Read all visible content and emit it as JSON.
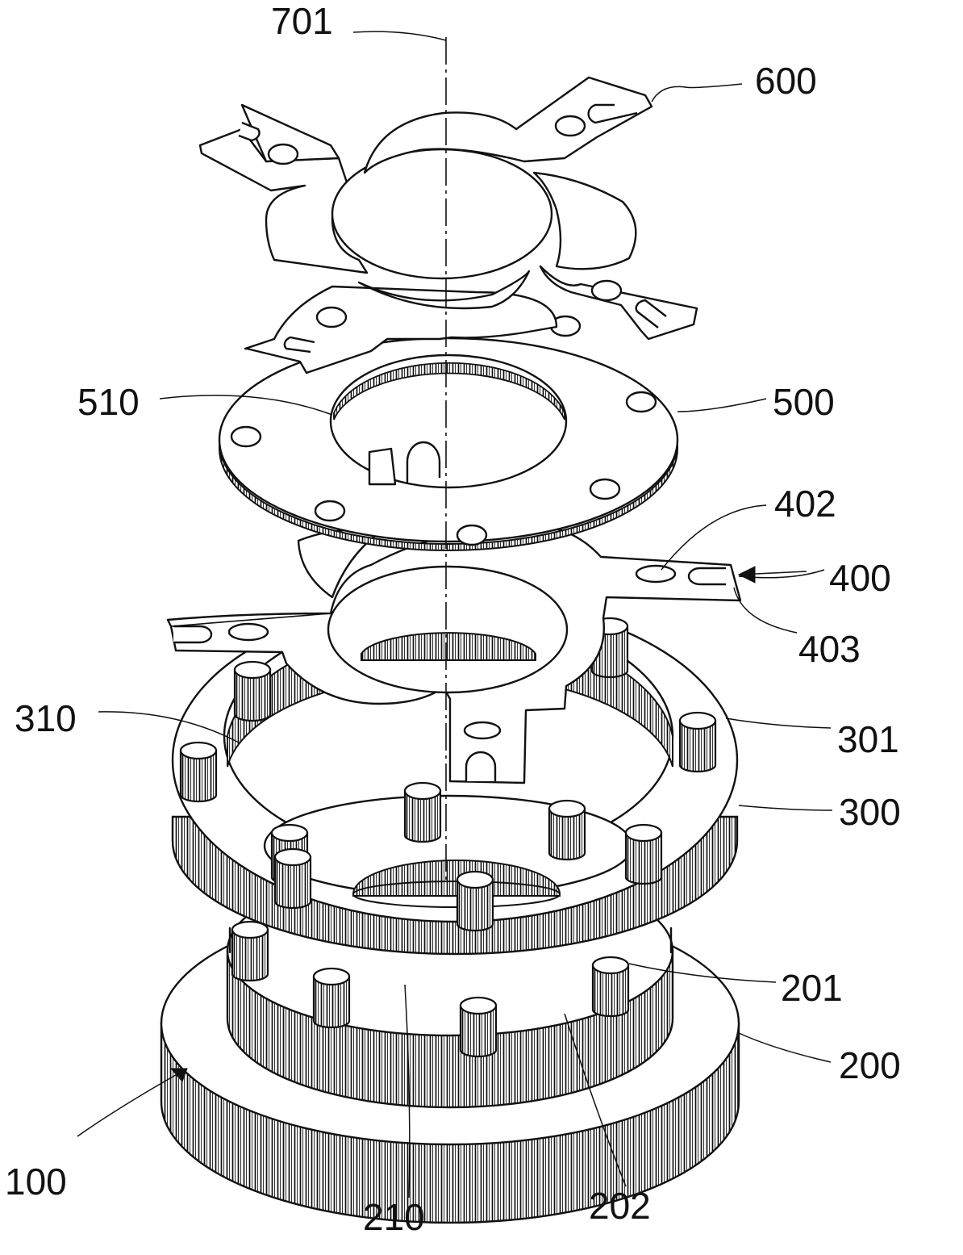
{
  "figure": {
    "reference_numerals": {
      "n701": "701",
      "n600": "600",
      "n510": "510",
      "n500": "500",
      "n402": "402",
      "n400": "400",
      "n403": "403",
      "n310": "310",
      "n301": "301",
      "n300": "300",
      "n201": "201",
      "n200": "200",
      "n202": "202",
      "n210": "210",
      "n100": "100"
    }
  }
}
